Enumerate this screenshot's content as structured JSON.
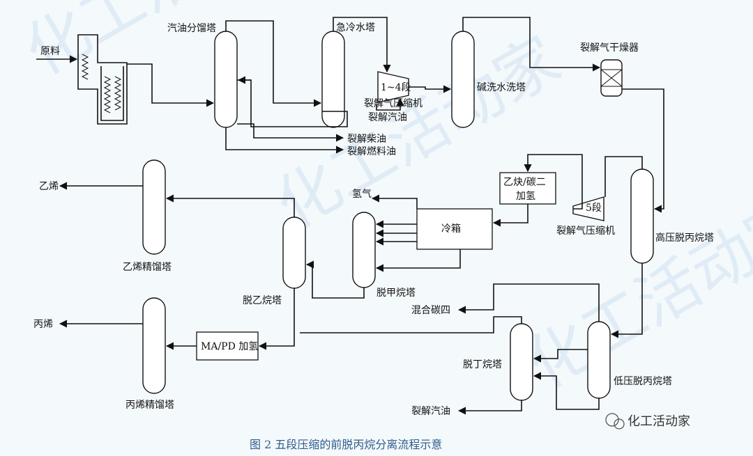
{
  "labels": {
    "feed": "原料",
    "gasoline_fractionator": "汽油分馏塔",
    "quench_tower": "急冷水塔",
    "stage_1_4": "1~4段",
    "cracked_gas_compressor_1": "裂解气压缩机",
    "cracked_gasoline_1": "裂解汽油",
    "caustic_wash_tower": "碱洗水洗塔",
    "cracked_gas_dryer": "裂解气干燥器",
    "cracked_diesel": "裂解柴油",
    "cracked_fuel_oil": "裂解燃料油",
    "ethylene_out": "乙烯",
    "ethylene_rectifier": "乙烯精馏塔",
    "hydrogen": "氢气",
    "cold_box": "冷箱",
    "acetylene_hydrogenation": "乙炔/碳二加氢",
    "stage_5": "5段",
    "cracked_gas_compressor_2": "裂解气压缩机",
    "hp_depropanizer": "高压脱丙烷塔",
    "demethanizer": "脱甲烷塔",
    "deethanizer": "脱乙烷塔",
    "mixed_c4": "混合碳四",
    "propylene_out": "丙烯",
    "mapd_hydrogenation": "MA/PD 加氢",
    "propylene_rectifier": "丙烯精馏塔",
    "debutanizer": "脱丁烷塔",
    "lp_depropanizer": "低压脱丙烷塔",
    "cracked_gasoline_2": "裂解汽油"
  },
  "caption": "图 2    五段压缩的前脱丙烷分离流程示意",
  "watermark": {
    "label": "化工活动家",
    "bg_text": "化工活动家"
  }
}
